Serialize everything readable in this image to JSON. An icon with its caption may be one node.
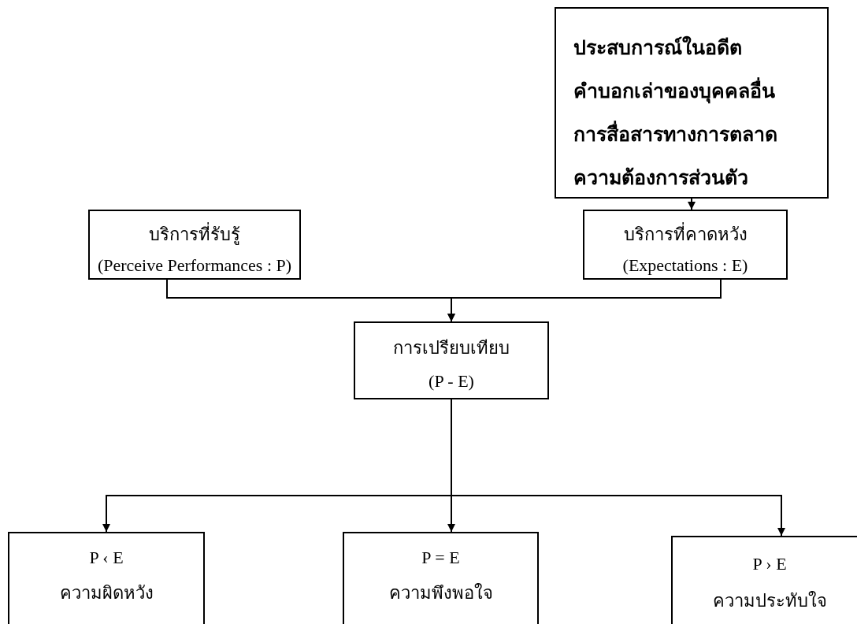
{
  "diagram": {
    "nodes": [
      {
        "text": [
          "ประสบการณ์ในอดีต",
          "คำบอกเล่าของบุคคลอื่น",
          "การสื่อสารทางการตลาด",
          "ความต้องการส่วนตัว"
        ]
      },
      {
        "text": [
          "บริการที่รับรู้",
          "(Perceive Performances : P)"
        ]
      },
      {
        "text": [
          "บริการที่คาดหวัง",
          "(Expectations : E)"
        ]
      },
      {
        "text": [
          "การเปรียบเทียบ",
          "(P - E)"
        ]
      },
      {
        "text": [
          "P ‹ E",
          "ความผิดหวัง"
        ]
      },
      {
        "text": [
          "P = E",
          "ความพึงพอใจ"
        ]
      },
      {
        "text": [
          "P › E",
          "ความประทับใจ"
        ]
      }
    ],
    "edges": [
      {
        "from": 0,
        "to": 2,
        "arrow": "to"
      },
      {
        "from": 1,
        "to": 3,
        "arrow": "to"
      },
      {
        "from": 2,
        "to": 3,
        "arrow": "to"
      },
      {
        "from": 3,
        "to": 4,
        "arrow": "to"
      },
      {
        "from": 3,
        "to": 5,
        "arrow": "to"
      },
      {
        "from": 3,
        "to": 6,
        "arrow": "to"
      }
    ]
  }
}
